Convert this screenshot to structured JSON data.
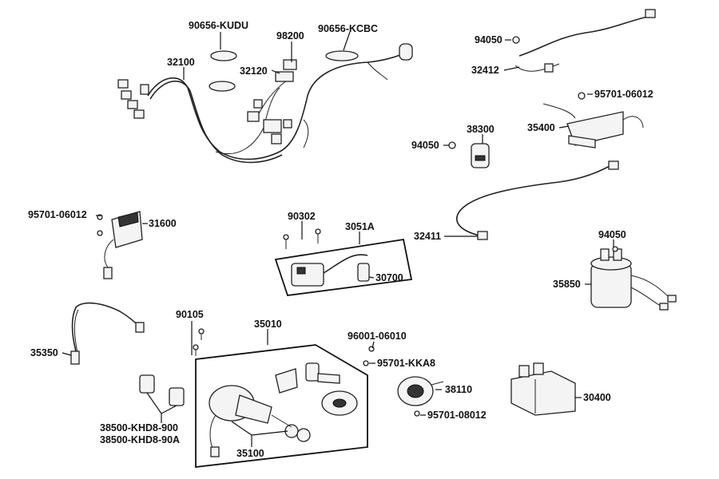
{
  "diagram": {
    "part_numbers": {
      "p90656_kudu": "90656-KUDU",
      "p98200": "98200",
      "p90656_kcbc": "90656-KCBC",
      "p32100": "32100",
      "p32120": "32120",
      "p94050_a": "94050",
      "p32412": "32412",
      "p95701_06012_a": "95701-06012",
      "p35400": "35400",
      "p38300": "38300",
      "p94050_b": "94050",
      "p95701_06012_b": "95701-06012",
      "p31600": "31600",
      "p90302": "90302",
      "p3051a": "3051A",
      "p30700": "30700",
      "p32411": "32411",
      "p94050_c": "94050",
      "p35850": "35850",
      "p90105": "90105",
      "p35010": "35010",
      "p96001_06010": "96001-06010",
      "p95701_kka8": "95701-KKA8",
      "p35350": "35350",
      "p38110": "38110",
      "p95701_08012": "95701-08012",
      "p30400": "30400",
      "p38500_khd8_900": "38500-KHD8-900",
      "p38500_khd8_90a": "38500-KHD8-90A",
      "p35100": "35100"
    }
  }
}
